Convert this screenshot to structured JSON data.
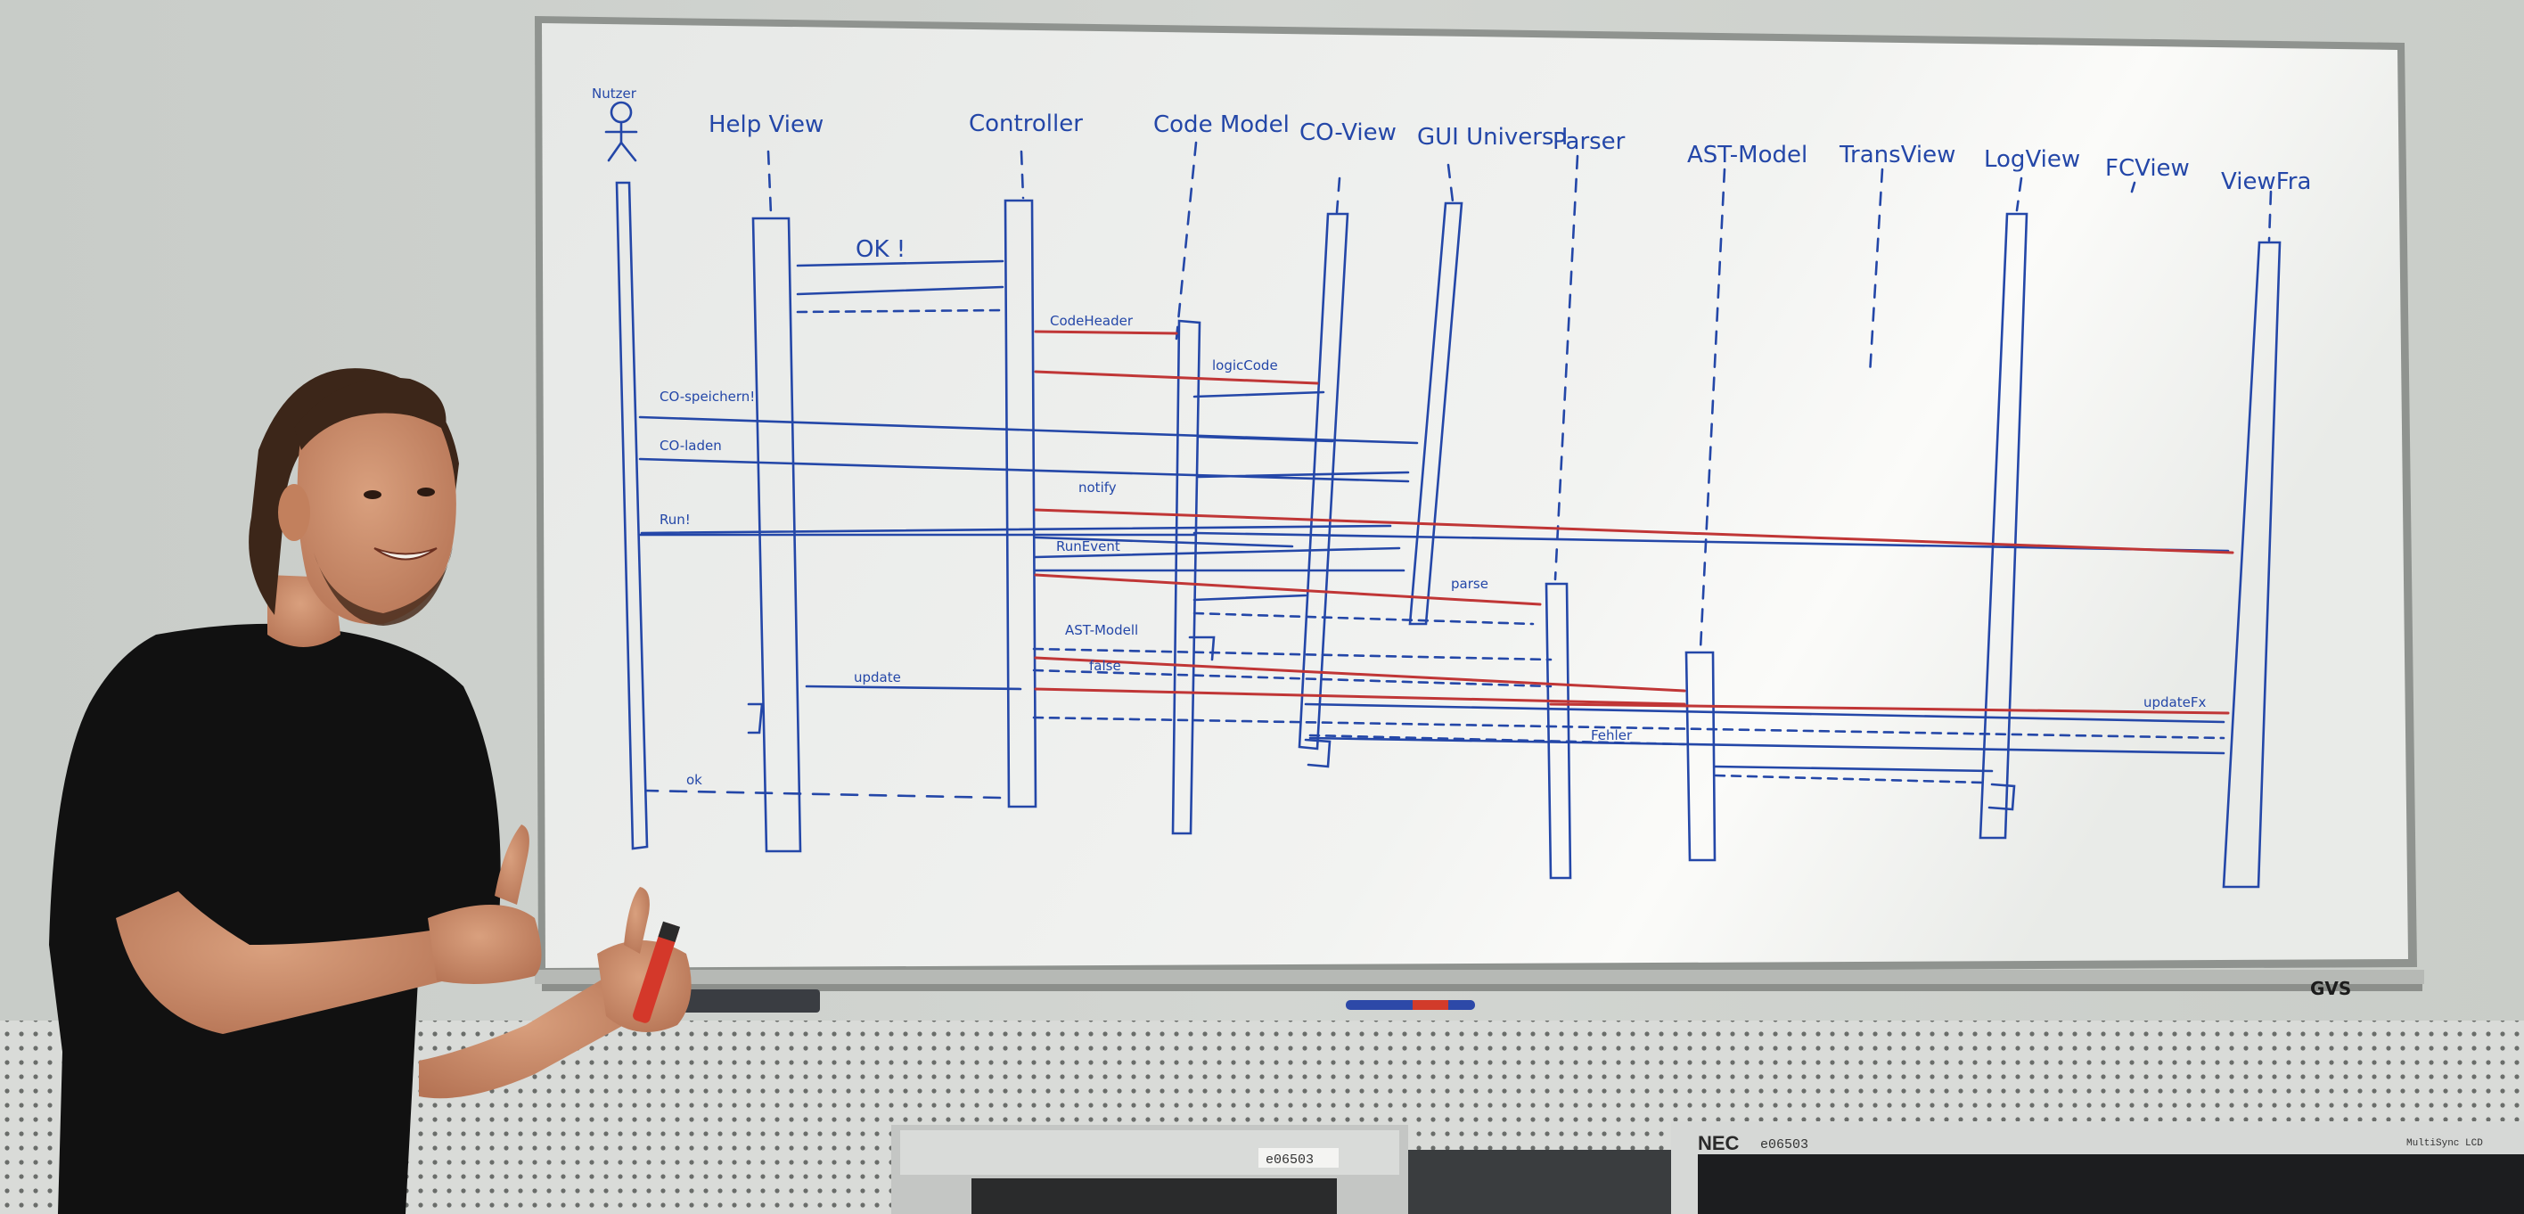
{
  "whiteboard": {
    "brand_mark": "GVS",
    "lifelines": [
      {
        "label": "Nutzer"
      },
      {
        "label": "Help View"
      },
      {
        "label": "Controller"
      },
      {
        "label": "Code Model"
      },
      {
        "label": "CO-View"
      },
      {
        "label": "GUI Univers I"
      },
      {
        "label": "Parser"
      },
      {
        "label": "AST-Model"
      },
      {
        "label": "TransView"
      },
      {
        "label": "LogView"
      },
      {
        "label": "FCView"
      },
      {
        "label": "ViewFra"
      }
    ],
    "messages": {
      "ok": "OK !",
      "co_speichern": "CO-speichern!",
      "co_laden": "CO-laden",
      "run": "Run!",
      "code_header": "CodeHeader",
      "get_code": "logicCode",
      "notify": "notify",
      "run_event": "RunEvent",
      "parse": "parse",
      "ast_model": "AST-Modell",
      "false": "false",
      "update": "update",
      "ok_return": "ok",
      "fehler": "Fehler",
      "update_fx": "updateFx"
    }
  },
  "monitors": {
    "left_label": "e06503",
    "right_brand": "NEC",
    "right_label": "e06503",
    "right_model": "MultiSync LCD"
  },
  "colors": {
    "wall": "#cfd2cf",
    "board": "#eef0ee",
    "ink_blue": "#2447a8",
    "ink_red": "#c03636",
    "shirt": "#111111"
  }
}
